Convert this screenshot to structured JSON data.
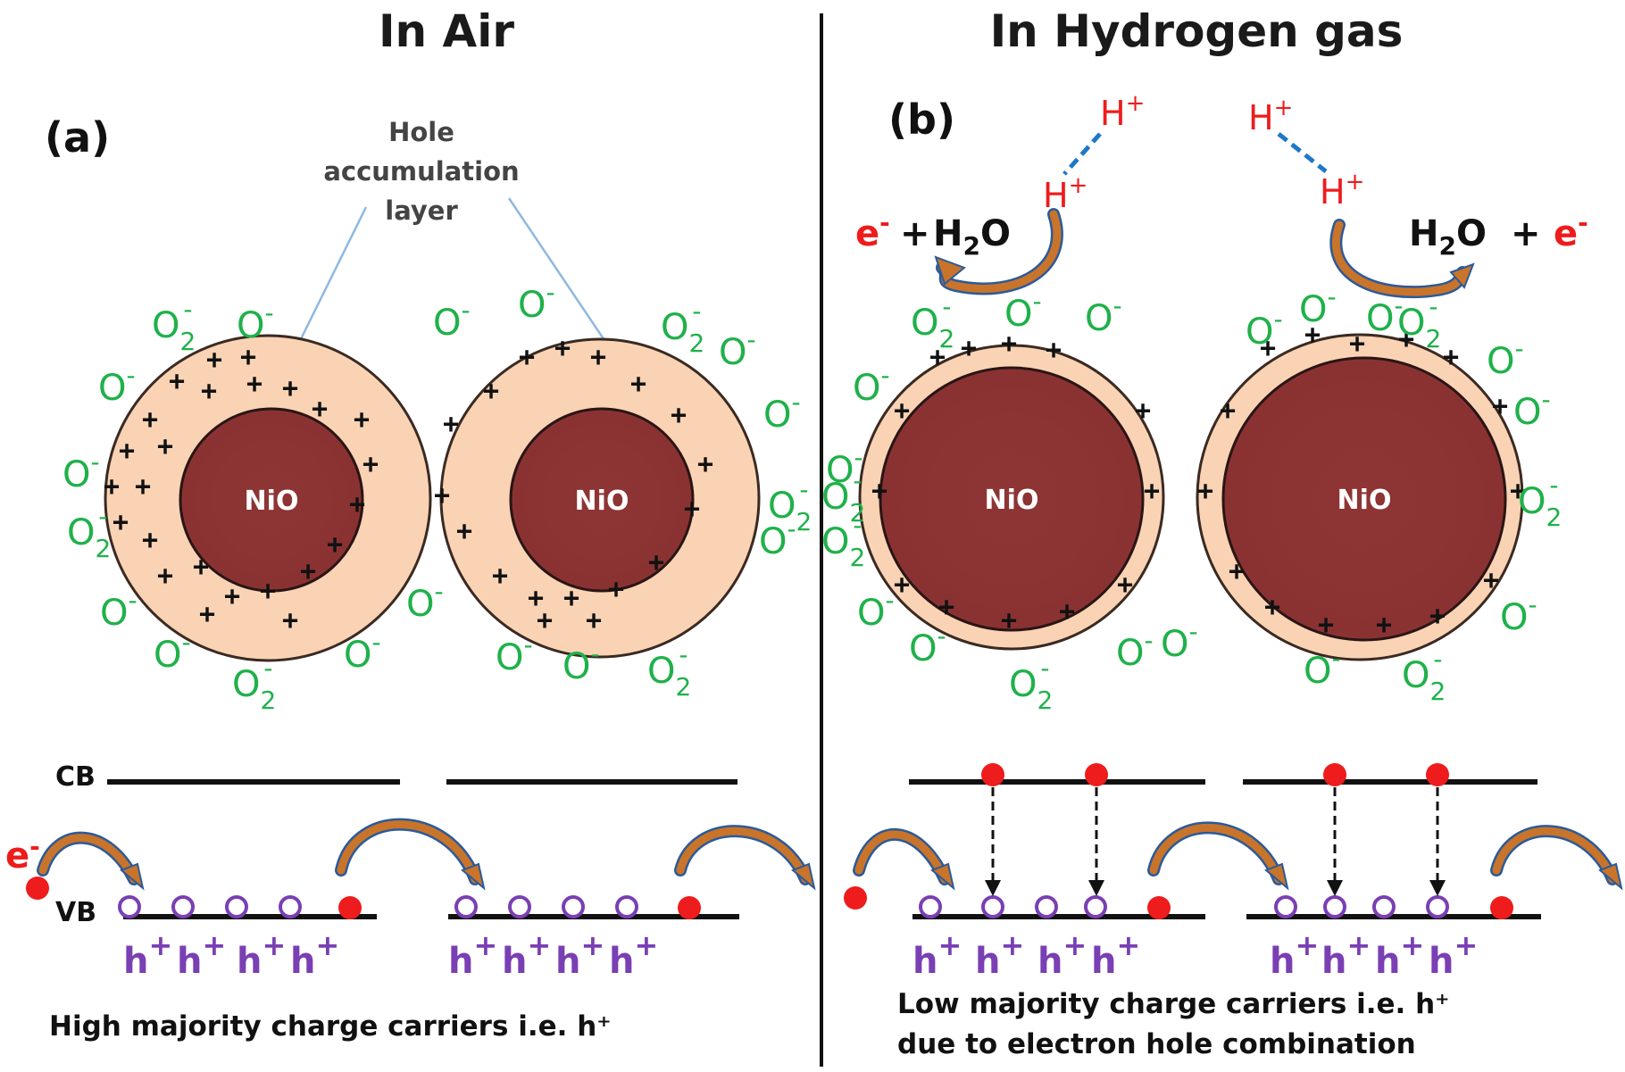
{
  "titles": {
    "left": "In Air",
    "right": "In  Hydrogen gas"
  },
  "panels": {
    "a": "(a)",
    "b": "(b)"
  },
  "annotation": {
    "line1": "Hole",
    "line2": "accumulation",
    "line3": "layer"
  },
  "particle_label": "NiO",
  "bands": {
    "cb": "CB",
    "vb": "VB"
  },
  "electron": "e",
  "minus": "-",
  "hole_base": "h",
  "plus": "+",
  "oxygen": {
    "o": "O",
    "o2_base": "O",
    "o2_sub": "2"
  },
  "h2o": {
    "h": "H",
    "sub": "2",
    "o": "O"
  },
  "captions": {
    "left": "High majority charge carriers i.e. h⁺",
    "right_line1": "Low majority charge carriers i.e. h⁺",
    "right_line2": "due to electron hole combination"
  },
  "colors": {
    "core": "#8e3434",
    "shell": "#f9d3b4",
    "oxygen": "#1fb14a",
    "electron": "#ee1c1c",
    "hole": "#7a3fb3",
    "arrow": "#c8742a",
    "bond": "#1e78c8"
  }
}
